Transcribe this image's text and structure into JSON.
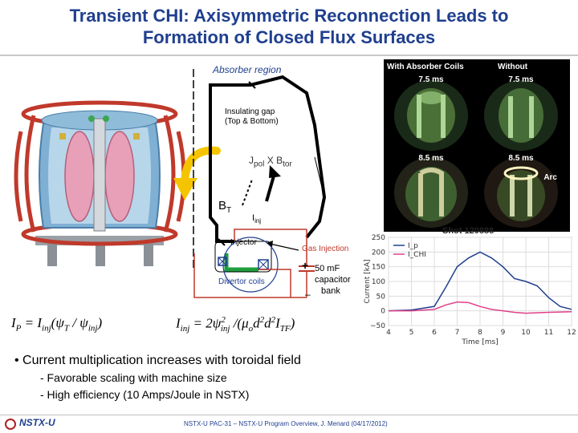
{
  "slide": {
    "title_line1": "Transient CHI: Axisymmetric Reconnection Leads to",
    "title_line2": "Formation of Closed Flux Surfaces"
  },
  "schematic": {
    "absorber_region": "Absorber region",
    "insulating_gap_1": "Insulating gap",
    "insulating_gap_2": "(Top & Bottom)",
    "jpol": "J",
    "jpol_sub": "pol",
    "cross": "X",
    "btor": "B",
    "btor_sub": "tor",
    "bt": "B",
    "bt_sub": "T",
    "iinj": "I",
    "iinj_sub": "inj",
    "injector": "Injector",
    "gas_injection": "Gas Injection",
    "plus": "+",
    "cap_1": "50 mF",
    "cap_2": "capacitor",
    "cap_3": "bank",
    "minus": "–",
    "divertor_coils": "Divertor coils"
  },
  "images": {
    "with_absorber": "With Absorber Coils",
    "without": "Without",
    "t1": "7.5 ms",
    "t2": "7.5 ms",
    "t3": "8.5 ms",
    "t4": "8.5 ms",
    "arc": "Arc"
  },
  "shot": "Shot 120888",
  "chart_data": {
    "type": "line",
    "xlabel": "Time [ms]",
    "ylabel": "Current [kA]",
    "xlim": [
      4,
      12
    ],
    "ylim": [
      -50,
      250
    ],
    "xticks": [
      "4",
      "5",
      "6",
      "7",
      "8",
      "9",
      "10",
      "11",
      "12"
    ],
    "yticks": [
      "-50",
      "0",
      "50",
      "100",
      "150",
      "200",
      "250"
    ],
    "grid": true,
    "legend": "top-left",
    "series": [
      {
        "name": "I_p",
        "color": "#1f3f8f",
        "x": [
          4,
          5,
          6,
          6.5,
          7,
          7.5,
          8,
          8.5,
          9,
          9.5,
          10,
          10.5,
          11,
          11.5,
          12
        ],
        "y": [
          0,
          3,
          15,
          80,
          150,
          180,
          200,
          180,
          150,
          110,
          100,
          85,
          45,
          15,
          5
        ]
      },
      {
        "name": "I_CHI",
        "color": "#e0408a",
        "x": [
          4,
          5,
          6,
          6.5,
          7,
          7.5,
          8,
          8.5,
          9,
          9.5,
          10,
          11,
          12
        ],
        "y": [
          0,
          0,
          5,
          20,
          30,
          28,
          15,
          5,
          0,
          -5,
          -8,
          -5,
          -3
        ]
      }
    ]
  },
  "equations": {
    "eq1_lhs": "I",
    "eq1_lhs_sub": "P",
    "eq1_rhs": "= I",
    "eq1_rhs_sub": "inj",
    "eq1_paren": "(ψ",
    "eq1_t_sub": "T",
    "eq1_div": " / ψ",
    "eq1_inj_sub": "inj",
    "eq1_close": ")",
    "eq2_lhs": "I",
    "eq2_lhs_sub": "inj",
    "eq2_rhs": "= 2ψ",
    "eq2_sup": "2",
    "eq2_inj_sub": "inj",
    "eq2_rest": " /(μ",
    "eq2_mu_sub": "o",
    "eq2_d2": "d",
    "eq2_d2_sup": "2",
    "eq2_d": "d",
    "eq2_d_sup": "2",
    "eq2_i": "I",
    "eq2_i_sub": "TF",
    "eq2_close": ")"
  },
  "bullets": {
    "main": "• Current multiplication increases with toroidal field",
    "sub1": "- Favorable scaling with machine size",
    "sub2": "- High efficiency (10 Amps/Joule in NSTX)"
  },
  "footer": {
    "logo": "NSTX-U",
    "text": "NSTX-U PAC-31 – NSTX-U Program Overview, J. Menard (04/17/2012)"
  }
}
